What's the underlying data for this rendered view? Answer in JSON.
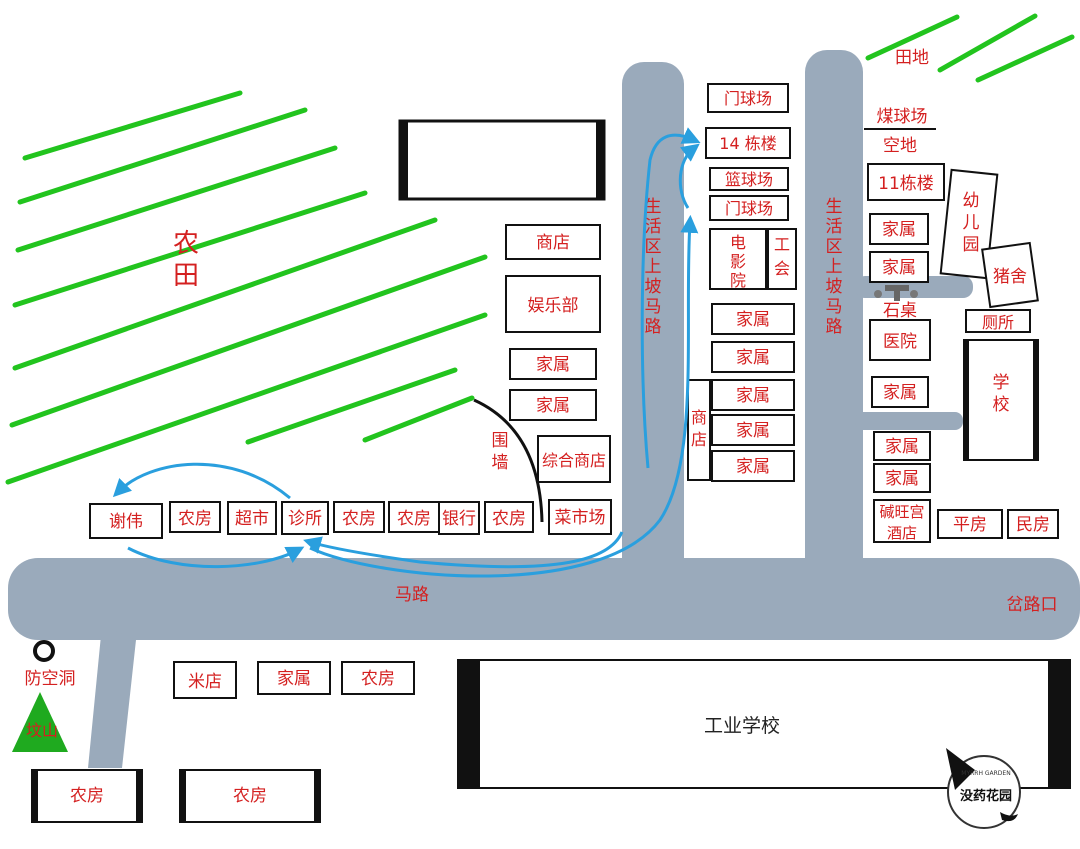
{
  "colors": {
    "road": "#9aaabb",
    "field": "#22c41e",
    "label": "#d42020",
    "route": "#2a9fde",
    "hill": "#1faa1f"
  },
  "labels": {
    "farmland": "农田",
    "field": "田地",
    "main_road": "马路",
    "fork": "岔路口",
    "ramp_left": "生活区上坡马路",
    "ramp_right": "生活区上坡马路",
    "wall": "围墙",
    "air_raid_shelter": "防空洞",
    "grave_hill": "坟山",
    "stone_table": "石桌",
    "coal_court": "煤球场",
    "open_space": "空地",
    "watermark": "没药花园",
    "watermark_sub": "MYRRH GARDEN"
  },
  "buildings": {
    "shop1": "商店",
    "club": "娱乐部",
    "family1": "家属",
    "family2": "家属",
    "general_store": "综合商店",
    "market": "菜市场",
    "xiewei": "谢伟",
    "farmhouse1": "农房",
    "supermarket": "超市",
    "clinic": "诊所",
    "farmhouse2": "农房",
    "farmhouse3": "农房",
    "bank": "银行",
    "farmhouse4": "农房",
    "gate_court1": "门球场",
    "bldg14": "14 栋楼",
    "basketball": "篮球场",
    "gate_court2": "门球场",
    "cinema": "电影院",
    "union": "工会",
    "family3": "家属",
    "family4": "家属",
    "family5": "家属",
    "family6": "家属",
    "family7": "家属",
    "shop2": "商店",
    "bldg11": "11栋楼",
    "family8": "家属",
    "family9": "家属",
    "kindergarten": "幼儿园",
    "pigsty": "猪舍",
    "toilet": "厕所",
    "hospital": "医院",
    "family10": "家属",
    "school": "学校",
    "family11": "家属",
    "family12": "家属",
    "hotel": "碱旺宫酒店",
    "bungalow": "平房",
    "house": "民房",
    "rice_shop": "米店",
    "family13": "家属",
    "farmhouse5": "农房",
    "farmhouse6": "农房",
    "farmhouse7": "农房",
    "industrial_school": "工业学校"
  }
}
